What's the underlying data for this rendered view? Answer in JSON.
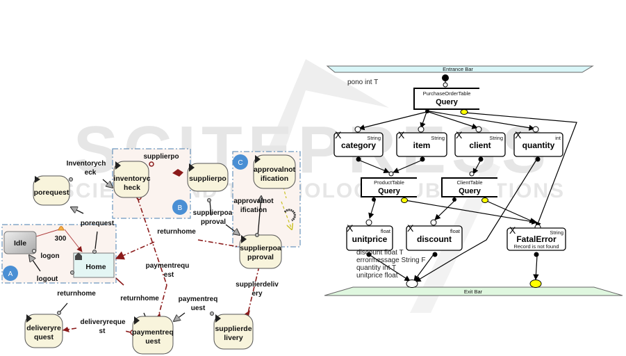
{
  "watermark": {
    "brand": "SCITEPRESS",
    "subtitle": "SCIENCE AND TECHNOLOGY PUBLICATIONS"
  },
  "colors": {
    "state_fill": "#f8f4dc",
    "region_fill": "#fbf3ef",
    "region_border": "#4a7fb0",
    "region_badge": "#4a8fd4",
    "transition_red": "#8b1a1a",
    "entrance_bar": "#d9f6f8",
    "exit_bar": "#dff7df",
    "yellow_port": "#ffff00"
  },
  "left_diagram": {
    "regions": [
      {
        "badge": "A"
      },
      {
        "badge": "B"
      },
      {
        "badge": "C"
      }
    ],
    "states": {
      "porequest": "porequest",
      "inventorycheck": [
        "inventoryc",
        "heck"
      ],
      "supplierpo": "supplierpo",
      "approvalnotification": [
        "approvalnot",
        "ification"
      ],
      "idle": "Idle",
      "home": "Home",
      "supplierpoapproval": [
        "supplierpoa",
        "pproval"
      ],
      "deliveryrequest": [
        "deliveryre",
        "quest"
      ],
      "paymentrequest": [
        "paymentreq",
        "uest"
      ],
      "supplierdelivery": [
        "supplierde",
        "livery"
      ]
    },
    "labels": {
      "inventorycheck": [
        "Inventorych",
        "eck"
      ],
      "supplierpo": "supplierpo",
      "porequest": "porequest",
      "timer": "300",
      "logon": "logon",
      "logout": "logout",
      "returnhome_top": "returnhome",
      "supplierpoapproval": [
        "supplierpoa",
        "pproval"
      ],
      "approvalnotification": [
        "approvalnot",
        "ification"
      ],
      "paymentrequest_mid": [
        "paymentrequ",
        "est"
      ],
      "supplierdelivery": [
        "supplierdeliv",
        "ery"
      ],
      "returnhome_left": "returnhome",
      "returnhome_mid": "returnhome",
      "paymentrequest_right": [
        "paymentreq",
        "uest"
      ],
      "deliveryrequest": [
        "deliveryreque",
        "st"
      ]
    }
  },
  "right_diagram": {
    "entrance_bar": "Entrance Bar",
    "exit_bar": "Exit Bar",
    "param": "pono  int  T",
    "queries": [
      {
        "table": "PurchaseOrderTable",
        "label": "Query"
      },
      {
        "table": "ProductTable",
        "label": "Query"
      },
      {
        "table": "ClientTable",
        "label": "Query"
      }
    ],
    "variables": [
      {
        "name": "category",
        "type": "String"
      },
      {
        "name": "item",
        "type": "String"
      },
      {
        "name": "client",
        "type": "String"
      },
      {
        "name": "quantity",
        "type": "int"
      },
      {
        "name": "unitprice",
        "type": "float"
      },
      {
        "name": "discount",
        "type": "float"
      },
      {
        "name": "FatalError",
        "type": "String",
        "message": "Record is not found"
      }
    ],
    "outputs": [
      "discount  float  T",
      "errormessage  String  F",
      "quantity  int  T",
      "unitprice  float"
    ]
  }
}
